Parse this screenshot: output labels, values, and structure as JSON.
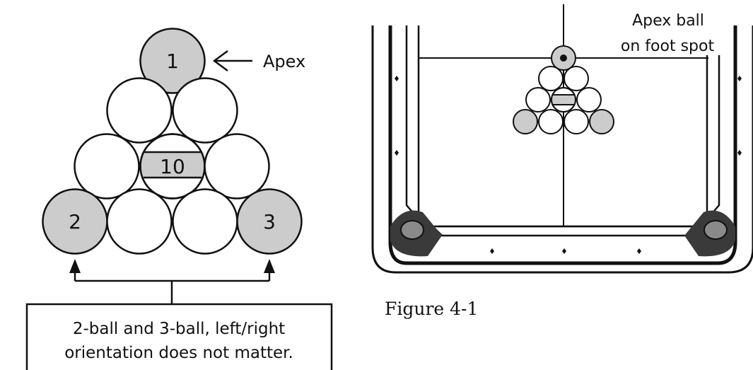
{
  "rack": {
    "balls": [
      {
        "label": "1",
        "color": "#cccccc"
      },
      {
        "label": "",
        "color": "#ffffff"
      },
      {
        "label": "",
        "color": "#ffffff"
      },
      {
        "label": "",
        "color": "#ffffff"
      },
      {
        "label": "10",
        "color": "#ffffff",
        "stripe": "#cccccc"
      },
      {
        "label": "",
        "color": "#ffffff"
      },
      {
        "label": "2",
        "color": "#cccccc"
      },
      {
        "label": "",
        "color": "#ffffff"
      },
      {
        "label": "",
        "color": "#ffffff"
      },
      {
        "label": "3",
        "color": "#cccccc"
      }
    ],
    "apex_label": "Apex",
    "note_line1": "2-ball and 3-ball, left/right",
    "note_line2": "orientation does not matter."
  },
  "table": {
    "apex_label_line1": "Apex ball",
    "apex_label_line2": "on foot spot",
    "shaded_color": "#cccccc",
    "pocket_color": "#3a3a3a",
    "pocket_inner_color": "#8a8a8a"
  },
  "caption": "Figure 4-1"
}
